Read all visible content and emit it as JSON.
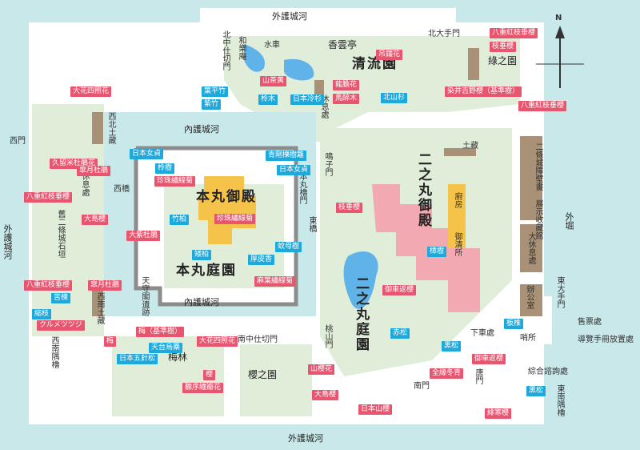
{
  "moats": {
    "outer_top": "外護城河",
    "outer_bottom": "外護城河",
    "outer_left": "外護城河",
    "outer_right": "外堀",
    "inner_top": "內護城河",
    "inner_bottom": "內護城河"
  },
  "gardens": {
    "seiryuen": "清流園",
    "honmaru_palace": "本丸御殿",
    "honmaru_garden": "本丸庭園",
    "ninomaru_palace": "二之丸御殿",
    "ninomaru_garden": "二之丸庭園",
    "sakura_garden": "櫻之園",
    "ume_forest": "梅林",
    "ryokunoen": "綠之園"
  },
  "buildings": {
    "gate_north_big": "北大手門",
    "gate_west": "西門",
    "gate_east_big": "東大手門",
    "gate_south": "南門",
    "gate_tang": "唐門",
    "gate_kita_naka": "北中仕切門",
    "gate_minami_naka": "南中仕切門",
    "gate_momoyama": "桃山門",
    "gate_naru": "鳴子門",
    "gate_higashi": "東橋",
    "gate_nishi": "西橋",
    "waraku": "和樂庵",
    "suisha": "水車",
    "kouuntei": "香雲亭",
    "rest_north": "休息處",
    "rest_west": "休息處",
    "rest_big": "大休息處",
    "dozo_nw": "西北土藏",
    "dozo_sw": "西南土藏",
    "dozo_e": "土藏",
    "kitchen": "廚房",
    "okuruma": "御清所",
    "wall_paintings": "二條城障壁畫 展示收藏館",
    "tenshu": "天守閣遺跡",
    "honmaru_yagura": "本丸櫓門",
    "old_wall": "舊二條城石垣",
    "office": "辦公室",
    "tickets": "售票處",
    "guide": "導覽手冊放置處",
    "info": "綜合諮詢處",
    "dropoff": "下車處",
    "sentry": "哨所",
    "tower_sw": "西南隅櫓",
    "tower_se": "東南隅櫓",
    "compass_n": "N"
  },
  "pink_tags": [
    "八重紅枝垂櫻",
    "枝垂櫻",
    "吊鐘花",
    "山茶黄",
    "龍膽花",
    "馬醉木",
    "染井吉野櫻（基準樹）",
    "八重紅枝垂櫻",
    "大花四照花",
    "久留米杜鵑花",
    "皐月杜鵑",
    "八重紅枝垂櫻",
    "大島櫻",
    "珍珠繡線菊",
    "珍珠繡線菊",
    "大紫杜鵑",
    "八重紅枝垂櫻",
    "皐月杜鵑",
    "クルメツツジ",
    "麻葉繡線菊",
    "枝垂櫻",
    "御車返櫻",
    "梅（基準樹）",
    "梅",
    "大花四照花",
    "山櫻花",
    "全緣冬青",
    "御車返櫻",
    "大島櫻",
    "日本山櫻",
    "緋寒櫻",
    "櫻",
    "聽序纏瓣花"
  ],
  "blue_tags": [
    "葉平竹",
    "紫竹",
    "柃木",
    "日本冷杉",
    "北山杉",
    "日本女貞",
    "柃樹",
    "青剛櫟樹籬",
    "日本女貞",
    "竹柏",
    "矮柏",
    "厚皮香",
    "蚊母樹",
    "樟樹",
    "天台烏藥",
    "日本五針松",
    "赤松",
    "黑松",
    "板椎",
    "黑松",
    "苦楝",
    "縮枝"
  ],
  "colors": {
    "moat": "#c9e8ea",
    "land": "#ffffff",
    "lawn": "#e0edd9",
    "palace": "#f3a9b2",
    "wall_gray": "#8c8c8c",
    "bldg_brown": "#a89176",
    "gold": "#f5c24a",
    "pink_tag": "#e8556f",
    "blue_tag": "#1ea9dc"
  }
}
